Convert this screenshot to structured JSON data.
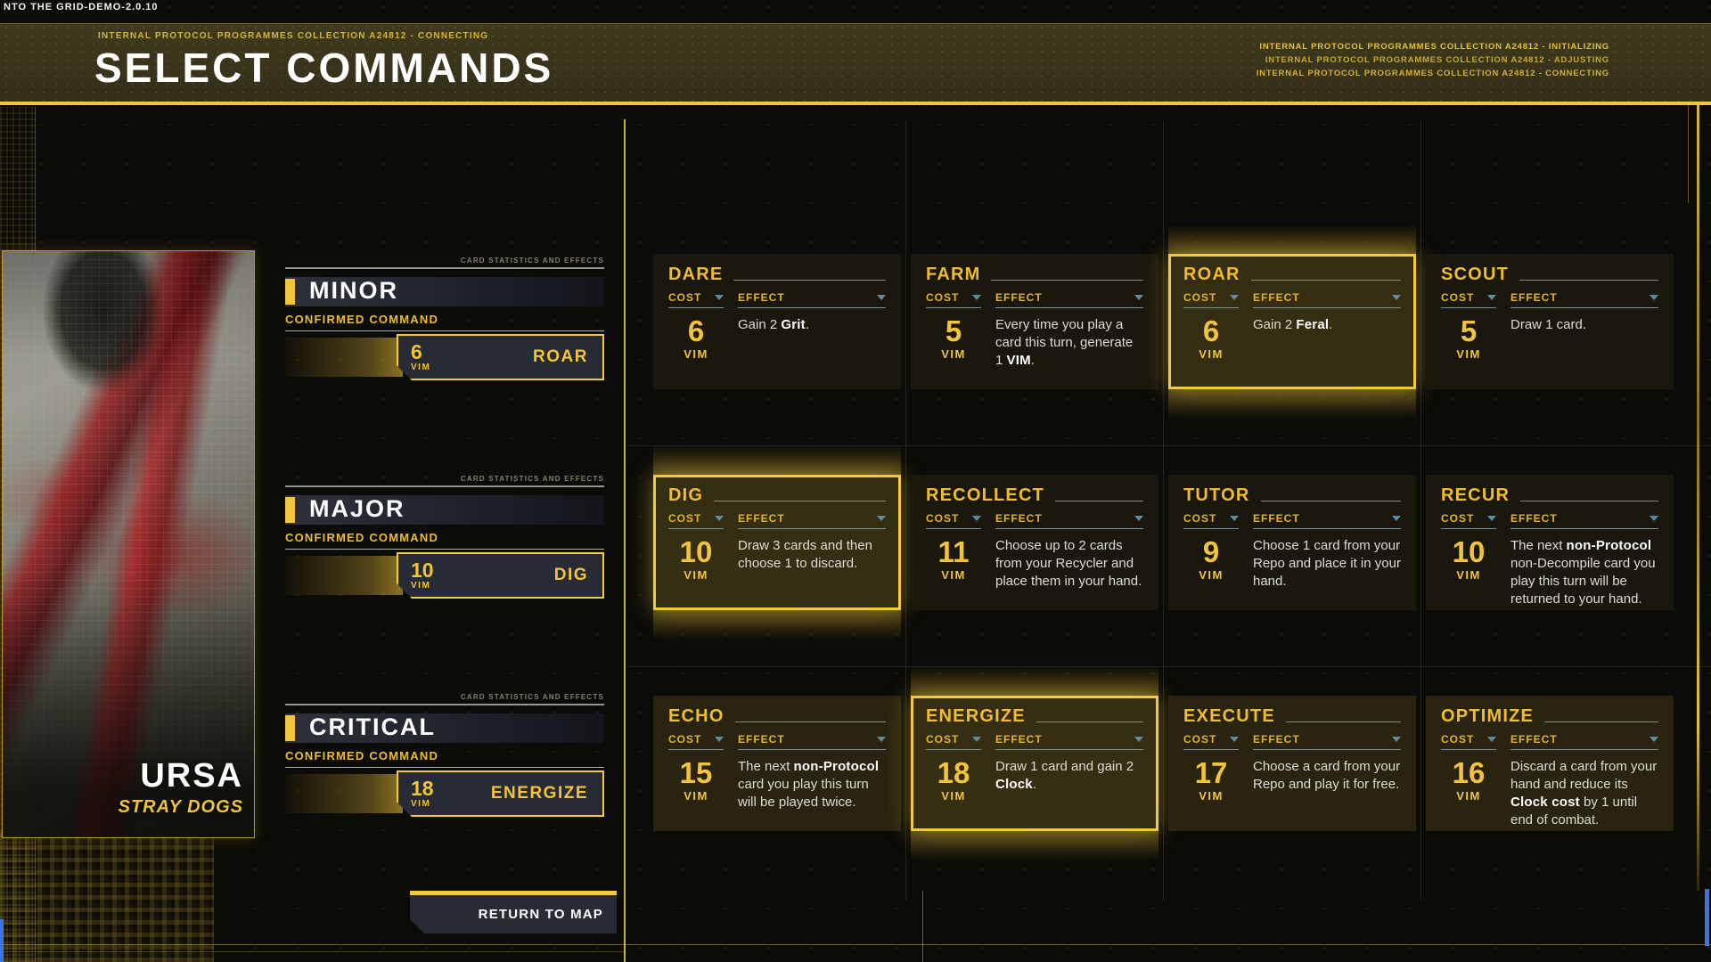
{
  "meta": {
    "build_label": "NTO THE GRID-DEMO-2.0.10"
  },
  "header": {
    "subtitle": "INTERNAL PROTOCOL PROGRAMMES COLLECTION A24812 - CONNECTING",
    "title": "SELECT COMMANDS",
    "log_lines": [
      "INTERNAL PROTOCOL PROGRAMMES COLLECTION A24812 - INITIALIZING",
      "INTERNAL PROTOCOL PROGRAMMES COLLECTION A24812 - ADJUSTING",
      "INTERNAL PROTOCOL PROGRAMMES COLLECTION A24812 - CONNECTING"
    ]
  },
  "character_card": {
    "name": "URSA",
    "faction": "STRAY DOGS"
  },
  "tiers": {
    "section_label": "CARD STATISTICS AND EFFECTS",
    "confirmed_label": "CONFIRMED COMMAND",
    "items": [
      {
        "name": "MINOR",
        "cost": "6",
        "cost_unit": "VIM",
        "command": "ROAR"
      },
      {
        "name": "MAJOR",
        "cost": "10",
        "cost_unit": "VIM",
        "command": "DIG"
      },
      {
        "name": "CRITICAL",
        "cost": "18",
        "cost_unit": "VIM",
        "command": "ENERGIZE"
      }
    ]
  },
  "commands_grid": {
    "cost_header": "COST",
    "effect_header": "EFFECT",
    "cost_unit": "VIM",
    "cards": [
      {
        "name": "DARE",
        "cost": "6",
        "state": "normal",
        "effect": [
          {
            "t": "Gain 2 "
          },
          {
            "t": "Grit",
            "b": true
          },
          {
            "t": "."
          }
        ]
      },
      {
        "name": "FARM",
        "cost": "5",
        "state": "normal",
        "effect": [
          {
            "t": "Every time you play a card this turn, generate 1 "
          },
          {
            "t": "VIM",
            "b": true
          },
          {
            "t": "."
          }
        ]
      },
      {
        "name": "ROAR",
        "cost": "6",
        "state": "selected",
        "effect": [
          {
            "t": "Gain 2 "
          },
          {
            "t": "Feral",
            "b": true
          },
          {
            "t": "."
          }
        ]
      },
      {
        "name": "SCOUT",
        "cost": "5",
        "state": "normal",
        "effect": [
          {
            "t": "Draw 1 card."
          }
        ]
      },
      {
        "name": "DIG",
        "cost": "10",
        "state": "selected",
        "effect": [
          {
            "t": "Draw 3 cards and then choose 1 to discard."
          }
        ]
      },
      {
        "name": "RECOLLECT",
        "cost": "11",
        "state": "normal",
        "effect": [
          {
            "t": "Choose up to 2 cards from your Recycler and place them in your hand."
          }
        ]
      },
      {
        "name": "TUTOR",
        "cost": "9",
        "state": "normal",
        "effect": [
          {
            "t": "Choose 1 card from your Repo and place it in your hand."
          }
        ]
      },
      {
        "name": "RECUR",
        "cost": "10",
        "state": "normal",
        "effect": [
          {
            "t": "The next "
          },
          {
            "t": "non-Protocol",
            "b": true
          },
          {
            "t": " non-Decompile card you play this turn will be returned to your hand."
          }
        ]
      },
      {
        "name": "ECHO",
        "cost": "15",
        "state": "lit",
        "effect": [
          {
            "t": "The next "
          },
          {
            "t": "non-Protocol",
            "b": true
          },
          {
            "t": " card you play this turn will be played twice."
          }
        ]
      },
      {
        "name": "ENERGIZE",
        "cost": "18",
        "state": "selected",
        "effect": [
          {
            "t": "Draw 1 card and gain 2 "
          },
          {
            "t": "Clock",
            "b": true
          },
          {
            "t": "."
          }
        ]
      },
      {
        "name": "EXECUTE",
        "cost": "17",
        "state": "lit",
        "effect": [
          {
            "t": "Choose a card from your Repo and play it for free."
          }
        ]
      },
      {
        "name": "OPTIMIZE",
        "cost": "16",
        "state": "lit",
        "effect": [
          {
            "t": "Discard a card from your hand and reduce its "
          },
          {
            "t": "Clock cost",
            "b": true
          },
          {
            "t": " by 1 until end of combat."
          }
        ]
      }
    ]
  },
  "footer": {
    "return_button": "RETURN TO MAP"
  },
  "colors": {
    "accent_yellow": "#f2c43c",
    "selected_border": "#f3c942",
    "title_white": "#ffffff",
    "effect_text": "#dcddd5",
    "arrow_teal": "#5d8ba0",
    "blue_accent": "#3f74e0",
    "header_band": "#37321a"
  }
}
